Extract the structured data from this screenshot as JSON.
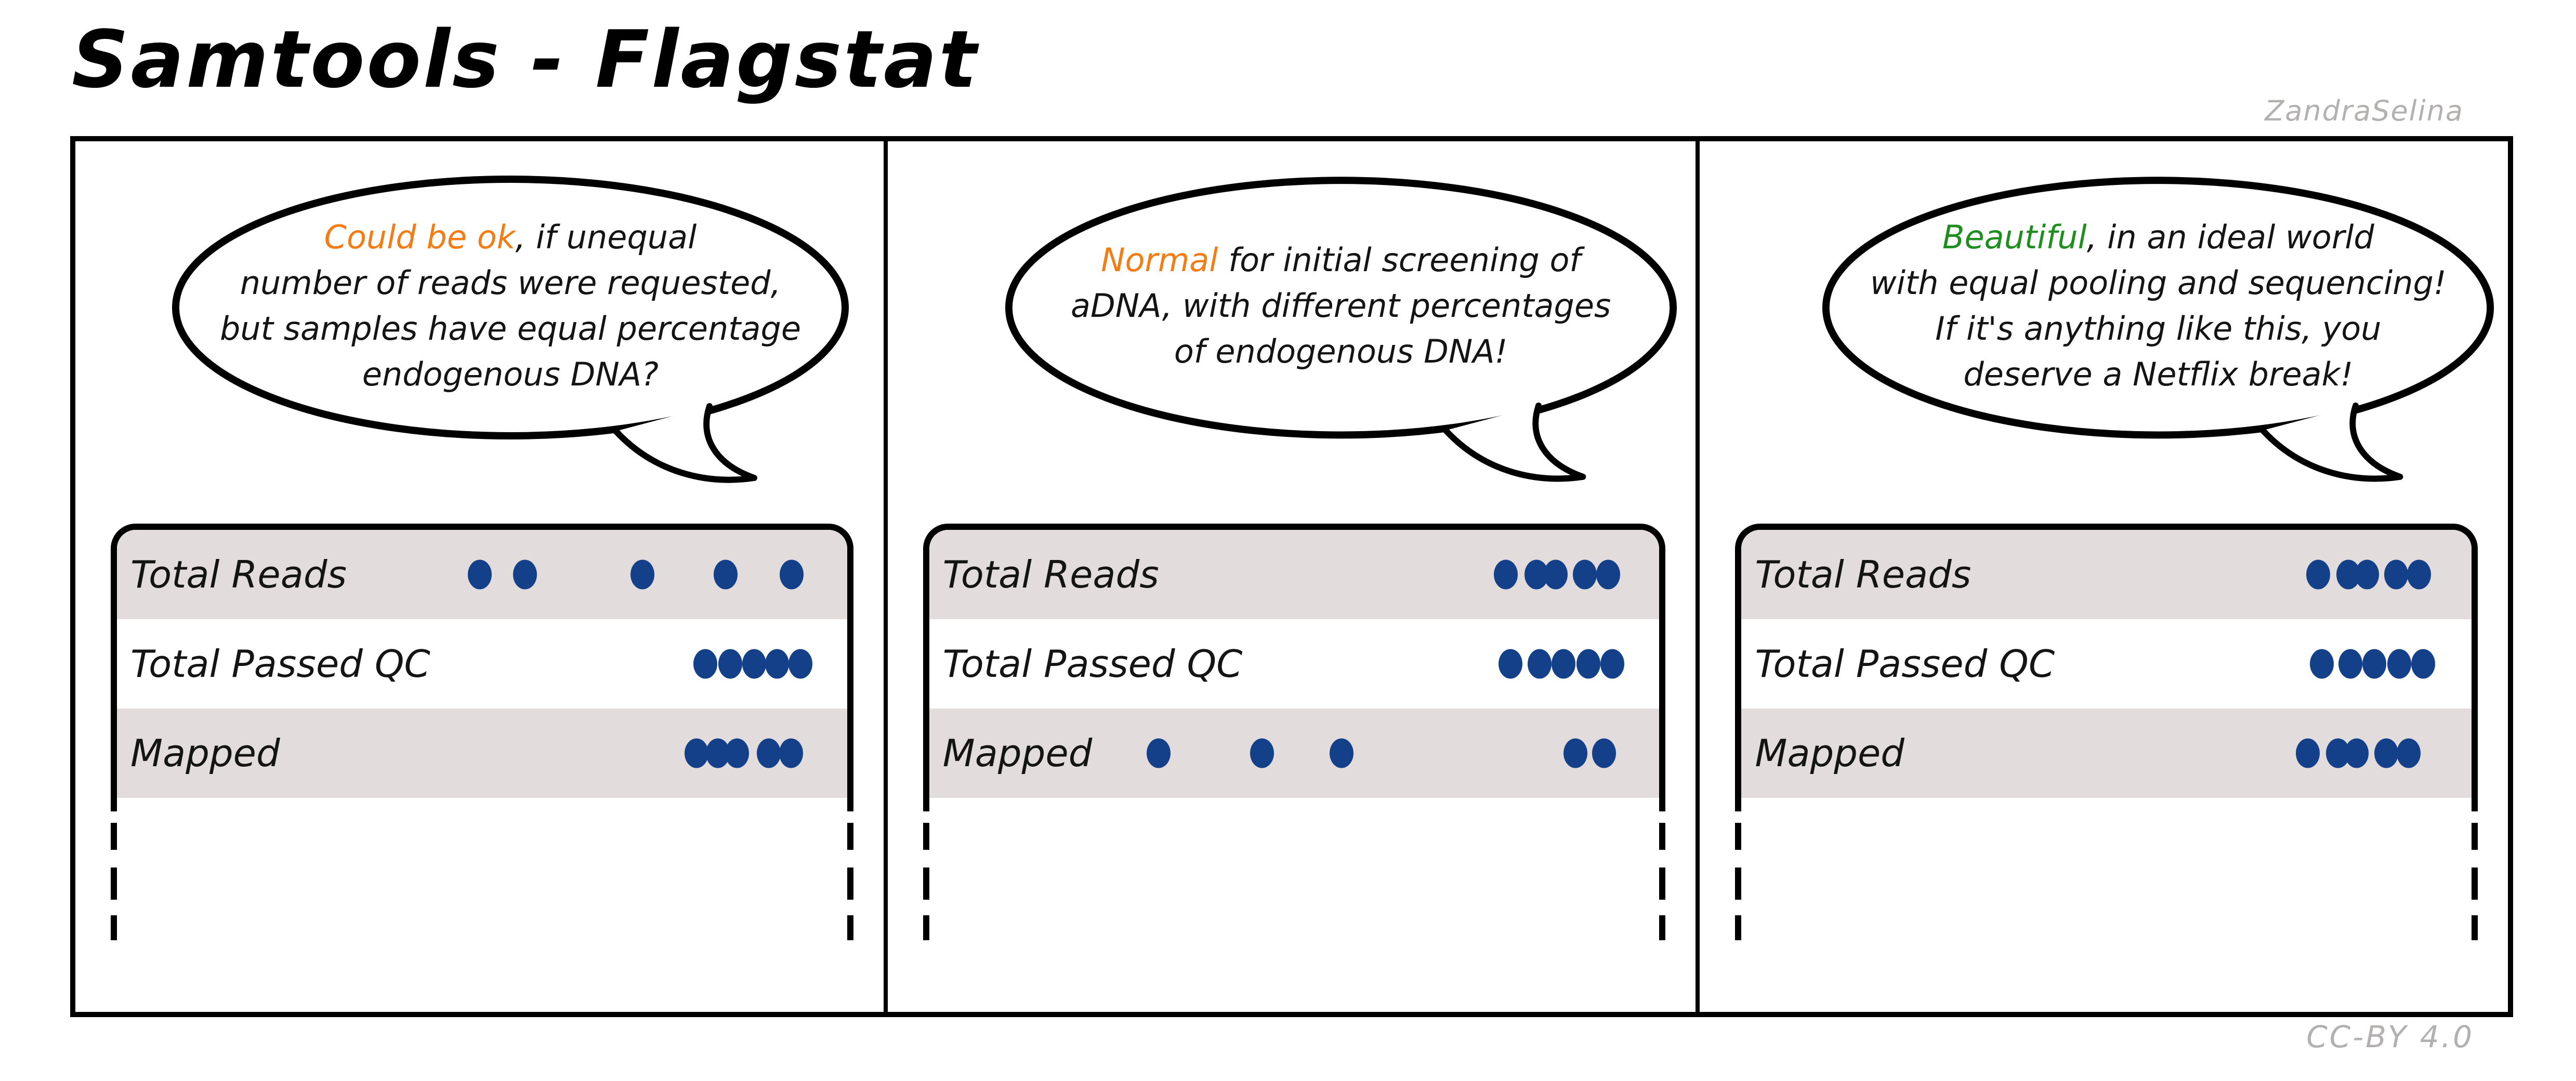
{
  "title": "Samtools - Flagstat",
  "credit": "ZandraSelina",
  "license": "CC-BY 4.0",
  "colors": {
    "dot_navy": "#134089",
    "row_shaded": "#e2dcdc",
    "highlight_orange": "#f57c14",
    "highlight_green": "#1e8e1e",
    "muted_gray": "#b3b0b0",
    "ink_black": "#000000"
  },
  "row_labels": [
    "Total Reads",
    "Total Passed QC",
    "Mapped"
  ],
  "panels": [
    {
      "bubble": {
        "highlight": "Could be ok",
        "highlight_color": "#f57c14",
        "line1_rest": ", if unequal",
        "lines": [
          "number of reads were requested,",
          "but samples have equal percentage",
          "endogenous DNA?"
        ]
      },
      "dots": {
        "total_reads": [
          49.7,
          55.9,
          72.0,
          83.4,
          92.4
        ],
        "total_passed_qc": [
          80.6,
          84.0,
          87.3,
          90.4,
          93.6
        ],
        "mapped": [
          79.4,
          82.3,
          84.9,
          89.3,
          92.3
        ]
      }
    },
    {
      "bubble": {
        "highlight": "Normal",
        "highlight_color": "#f57c14",
        "line1_rest": " for initial screening of",
        "lines": [
          "aDNA, with different percentages",
          "of endogenous DNA!"
        ]
      },
      "dots": {
        "total_reads": [
          79.0,
          83.2,
          85.8,
          89.8,
          93.0
        ],
        "total_passed_qc": [
          79.6,
          83.6,
          86.9,
          90.3,
          93.6
        ],
        "mapped": [
          31.4,
          45.6,
          56.5,
          88.5,
          92.4
        ]
      }
    },
    {
      "bubble": {
        "highlight": "Beautiful",
        "highlight_color": "#1e8e1e",
        "line1_rest": ", in an ideal world",
        "lines": [
          "with equal pooling and sequencing!",
          "If it's anything like this, you",
          "deserve a Netflix break!"
        ]
      },
      "dots": {
        "total_reads": [
          79.0,
          83.1,
          85.7,
          89.7,
          92.8
        ],
        "total_passed_qc": [
          79.5,
          83.4,
          86.7,
          90.1,
          93.4
        ],
        "mapped": [
          77.6,
          81.7,
          84.3,
          88.3,
          91.4
        ]
      }
    }
  ]
}
